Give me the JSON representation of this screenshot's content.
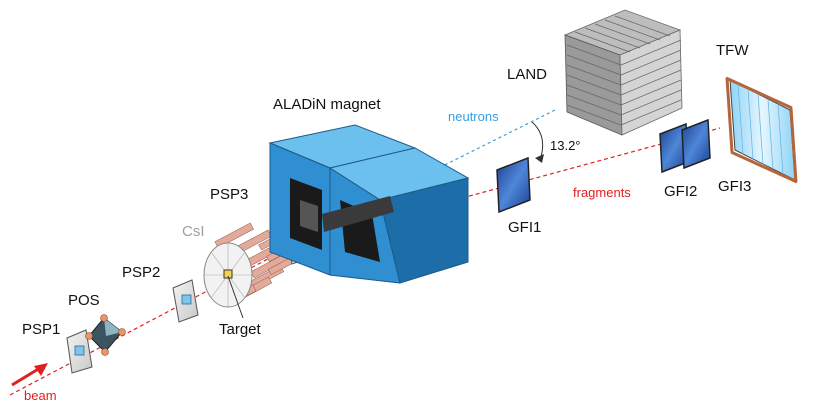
{
  "labels": {
    "psp1": "PSP1",
    "pos": "POS",
    "psp2": "PSP2",
    "csi": "CsI",
    "target": "Target",
    "psp3": "PSP3",
    "magnet": "ALADiN magnet",
    "neutrons": "neutrons",
    "angle": "13.2°",
    "land": "LAND",
    "tfw": "TFW",
    "gfi1": "GFI1",
    "fragments": "fragments",
    "gfi2": "GFI2",
    "gfi3": "GFI3",
    "beam": "beam"
  },
  "colors": {
    "beam": "#e02020",
    "neutrons": "#3aa0e0",
    "magnet_front": "#2f8fd0",
    "magnet_top": "#6cc0ee",
    "magnet_side": "#1d6ea8",
    "fragments_text": "#e02020",
    "csi_text": "#a0a0a0"
  }
}
